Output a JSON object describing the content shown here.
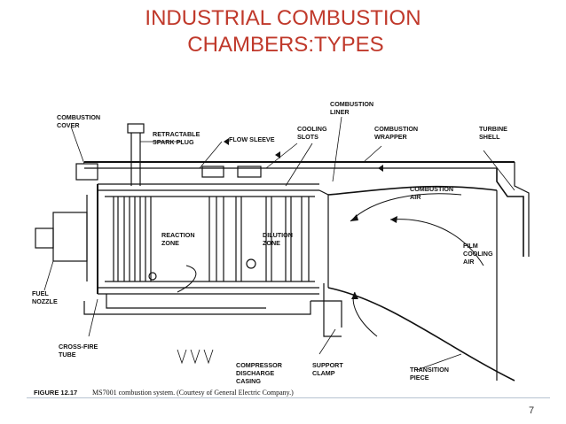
{
  "slide": {
    "title_line1": "INDUSTRIAL COMBUSTION",
    "title_line2": "CHAMBERS:TYPES",
    "page_number": "7",
    "accent_color": "#c0392b"
  },
  "diagram": {
    "labels": {
      "combustion_cover_1": "COMBUSTION",
      "combustion_cover_2": "COVER",
      "retractable_1": "RETRACTABLE",
      "retractable_2": "SPARK PLUG",
      "flow_sleeve": "FLOW SLEEVE",
      "cooling_1": "COOLING",
      "cooling_2": "SLOTS",
      "liner_1": "COMBUSTION",
      "liner_2": "LINER",
      "wrapper_1": "COMBUSTION",
      "wrapper_2": "WRAPPER",
      "turbine_1": "TURBINE",
      "turbine_2": "SHELL",
      "comb_air_1": "COMBUSTION",
      "comb_air_2": "AIR",
      "reaction_1": "REACTION",
      "reaction_2": "ZONE",
      "dilution_1": "DILUTION",
      "dilution_2": "ZONE",
      "film_1": "FILM",
      "film_2": "COOLING",
      "film_3": "AIR",
      "fuel_1": "FUEL",
      "fuel_2": "NOZZLE",
      "crossfire_1": "CROSS-FIRE",
      "crossfire_2": "TUBE",
      "compressor_1": "COMPRESSOR",
      "compressor_2": "DISCHARGE",
      "compressor_3": "CASING",
      "support_1": "SUPPORT",
      "support_2": "CLAMP",
      "transition_1": "TRANSITION",
      "transition_2": "PIECE"
    },
    "caption": {
      "figure": "FIGURE 12.17",
      "text": "MS7001 combustion system. (Courtesy of General Electric Company.)"
    }
  }
}
